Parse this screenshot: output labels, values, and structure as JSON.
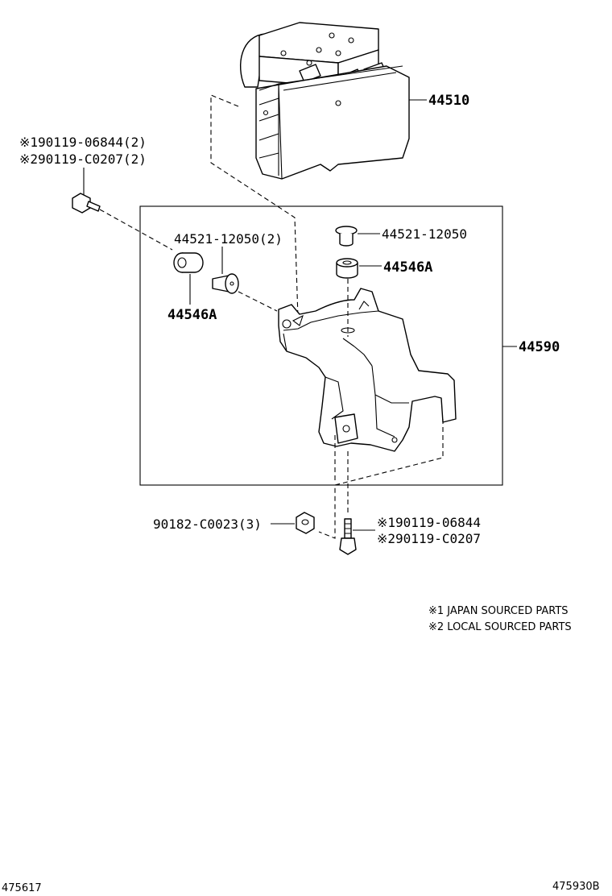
{
  "parts": {
    "actuator": "44510",
    "bracket": "44590",
    "bolt_top_1": "※190119-06844(2)",
    "bolt_top_2": "※290119-C0207(2)",
    "collar_left": "44521-12050(2)",
    "grommet_left": "44546A",
    "collar_right": "44521-12050",
    "grommet_right": "44546A",
    "nut": "90182-C0023(3)",
    "bolt_bottom_1": "※190119-06844",
    "bolt_bottom_2": "※290119-C0207"
  },
  "notes": {
    "note1": "※1 JAPAN SOURCED PARTS",
    "note2": "※2 LOCAL SOURCED PARTS"
  },
  "footer": {
    "left_code": "475617",
    "right_code": "475930B"
  }
}
